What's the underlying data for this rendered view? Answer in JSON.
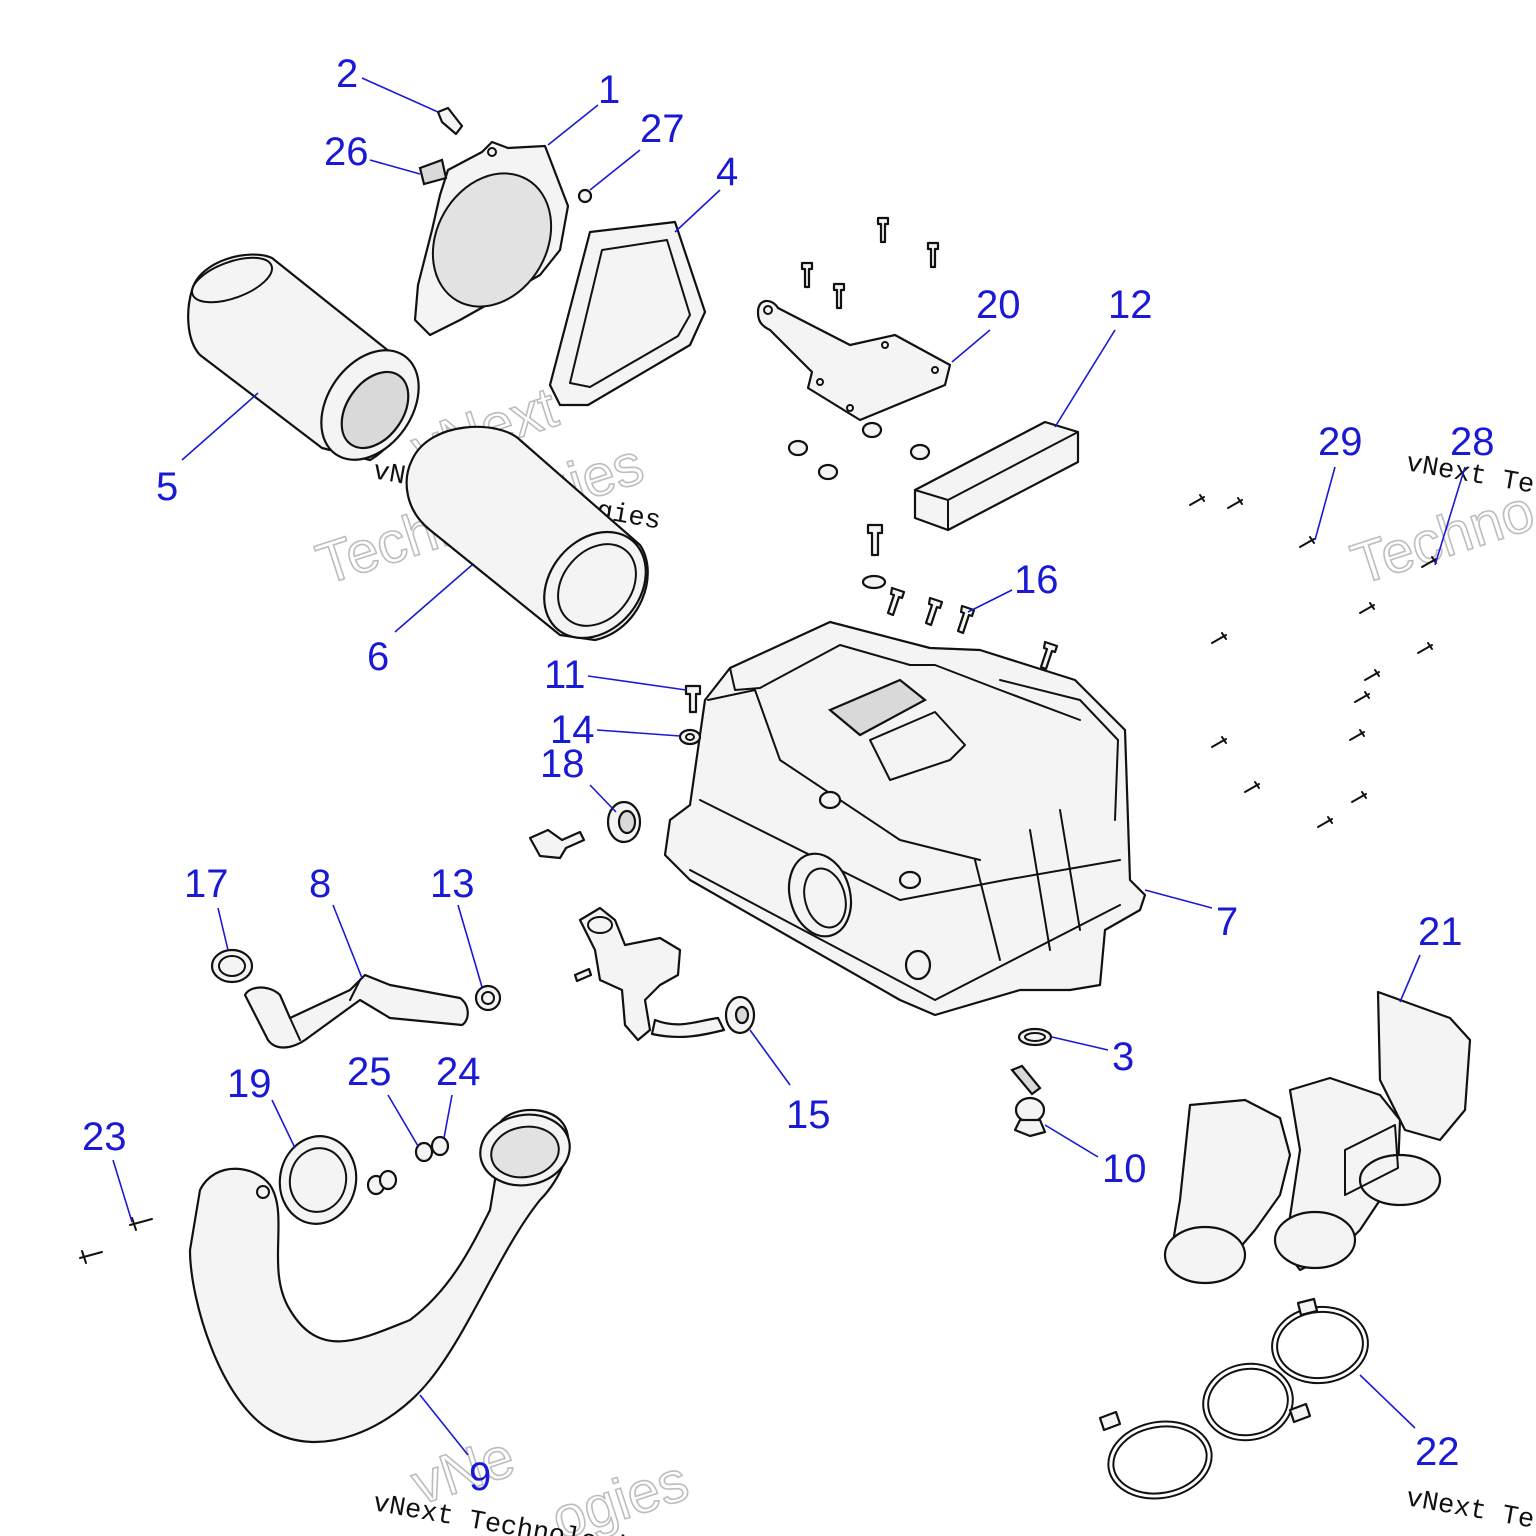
{
  "callouts": [
    "1",
    "2",
    "3",
    "4",
    "5",
    "6",
    "7",
    "8",
    "9",
    "10",
    "11",
    "12",
    "13",
    "14",
    "15",
    "16",
    "17",
    "18",
    "19",
    "20",
    "21",
    "22",
    "23",
    "24",
    "25",
    "26",
    "27",
    "28",
    "29"
  ],
  "watermark": {
    "brand_word": "vNext",
    "company": "Technologies",
    "caption": "vNext Technologies",
    "caption_partial": "vNext Te",
    "company_partial": "Techno",
    "company_bottom_partial": "ogies",
    "brand_bottom_partial": "vNe",
    "caption_bottom_partial": "vNext Technologies",
    "caption_bottom_right_partial": "vNext Te"
  },
  "colors": {
    "callout": "#1a1ad6",
    "line_art": "#111111",
    "watermark": "#bdbdbd"
  }
}
